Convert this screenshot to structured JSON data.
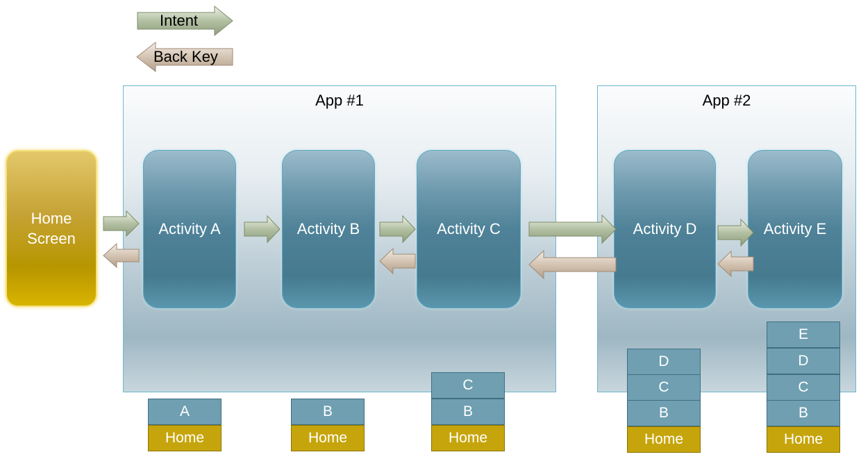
{
  "legend": {
    "intent_label": "Intent",
    "back_key_label": "Back Key"
  },
  "apps": [
    {
      "title": "App #1"
    },
    {
      "title": "App #2"
    }
  ],
  "home_screen": {
    "label": "Home\nScreen"
  },
  "activities": [
    {
      "label": "Activity  A"
    },
    {
      "label": "Activity  B"
    },
    {
      "label": "Activity  C"
    },
    {
      "label": "Activity  D"
    },
    {
      "label": "Activity  E"
    }
  ],
  "stacks": [
    {
      "items": [
        "A"
      ],
      "base": "Home"
    },
    {
      "items": [
        "B"
      ],
      "base": "Home"
    },
    {
      "items": [
        "C",
        "B"
      ],
      "base": "Home"
    },
    {
      "items": [
        "D",
        "C",
        "B"
      ],
      "base": "Home"
    },
    {
      "items": [
        "E",
        "D",
        "C",
        "B"
      ],
      "base": "Home"
    }
  ],
  "colors": {
    "intent_arrow": "#a9b79a",
    "back_arrow": "#c9b8a6",
    "activity": "#4f8298",
    "home_screen": "#b79600",
    "stack_cell": "#6f9fb1",
    "stack_home": "#c6a50c"
  }
}
